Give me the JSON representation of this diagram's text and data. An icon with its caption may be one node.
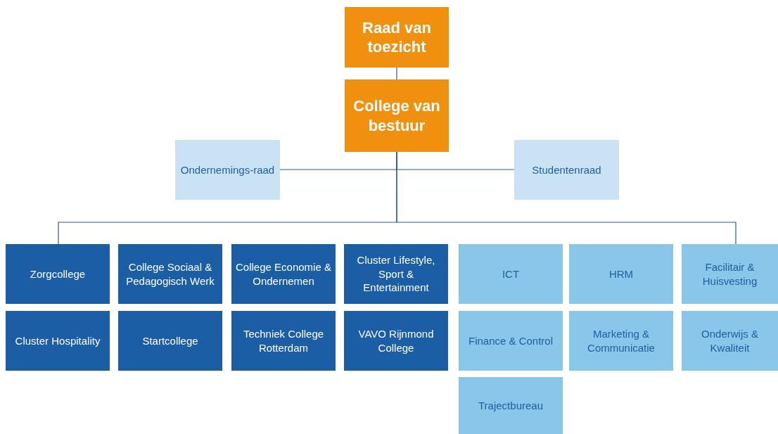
{
  "diagram": {
    "nodes": [
      {
        "text": [
          "Raad van toezicht"
        ]
      },
      {
        "text": [
          "College van bestuur"
        ]
      },
      {
        "text": [
          "Ondernemings-raad"
        ]
      },
      {
        "text": [
          "Studentenraad"
        ]
      },
      {
        "text": [
          "Zorgcollege"
        ]
      },
      {
        "text": [
          "College Sociaal & Pedagogisch Werk"
        ]
      },
      {
        "text": [
          "College Economie & Ondernemen"
        ]
      },
      {
        "text": [
          "Cluster Lifestyle, Sport & Entertainment"
        ]
      },
      {
        "text": [
          "ICT"
        ]
      },
      {
        "text": [
          "HRM"
        ]
      },
      {
        "text": [
          "Facilitair & Huisvesting"
        ]
      },
      {
        "text": [
          "Cluster Hospitality"
        ]
      },
      {
        "text": [
          "Startcollege"
        ]
      },
      {
        "text": [
          "Techniek College Rotterdam"
        ]
      },
      {
        "text": [
          "VAVO Rijnmond College"
        ]
      },
      {
        "text": [
          "Finance & Control"
        ]
      },
      {
        "text": [
          "Marketing & Communicatie"
        ]
      },
      {
        "text": [
          "Onderwijs & Kwaliteit"
        ]
      },
      {
        "text": [
          "Trajectbureau"
        ]
      }
    ],
    "edges": [
      {
        "from": 0,
        "to": 1,
        "arrow": "none"
      },
      {
        "from": 1,
        "to": 2,
        "arrow": "none"
      },
      {
        "from": 1,
        "to": 3,
        "arrow": "none"
      },
      {
        "from": 1,
        "to": 4,
        "arrow": "none"
      },
      {
        "from": 1,
        "to": 10,
        "arrow": "none"
      }
    ]
  }
}
